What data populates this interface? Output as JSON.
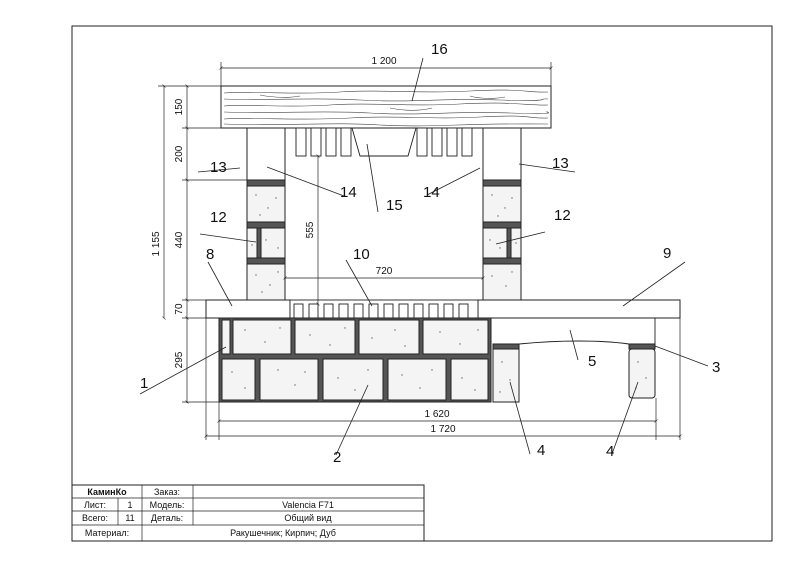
{
  "drawing": {
    "dimensions": {
      "top_width": "1 200",
      "shelf_height": "150",
      "upper_height": "200",
      "firebox_height": "440",
      "total_height": "1 155",
      "inner_height": "555",
      "inner_width": "720",
      "slab_height": "70",
      "base_height": "295",
      "base_width": "1 620",
      "overall_width": "1 720"
    },
    "callouts": [
      "1",
      "2",
      "3",
      "4",
      "4",
      "5",
      "8",
      "9",
      "10",
      "12",
      "12",
      "13",
      "13",
      "14",
      "14",
      "15",
      "16"
    ]
  },
  "title_block": {
    "company": "КаминКо",
    "order_label": "Заказ:",
    "order_value": "",
    "sheet_label": "Лист:",
    "sheet_value": "1",
    "model_label": "Модель:",
    "model_value": "Valencia F71",
    "total_label": "Всего:",
    "total_value": "11",
    "detail_label": "Деталь:",
    "detail_value": "Общий вид",
    "material_label": "Материал:",
    "material_value": "Ракушечник; Кирпич; Дуб"
  },
  "colors": {
    "line": "#222222",
    "stone": "#f4f4f4"
  }
}
